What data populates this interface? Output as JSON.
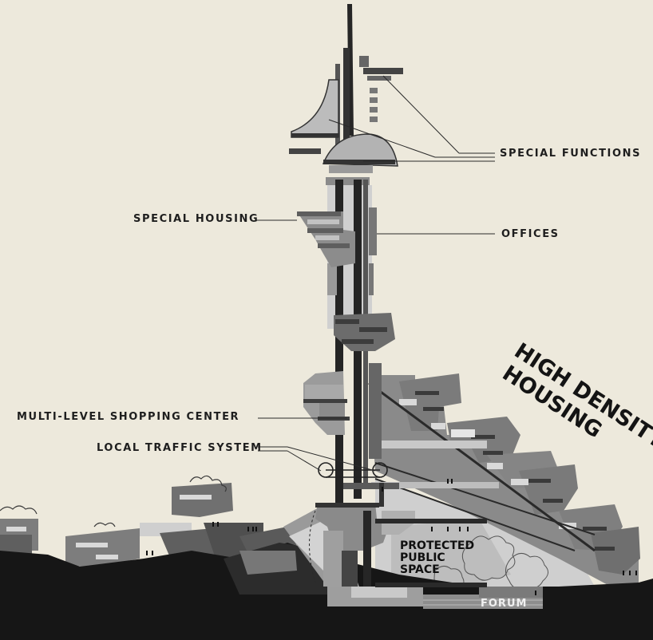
{
  "labels": {
    "special_functions": "SPECIAL FUNCTIONS",
    "special_housing": "SPECIAL HOUSING",
    "offices": "OFFICES",
    "multi_level_shopping": "MULTI-LEVEL SHOPPING CENTER",
    "local_traffic": "LOCAL TRAFFIC SYSTEM",
    "high_density_line1": "HIGH DENSITY",
    "high_density_line2": "HOUSING",
    "protected_line1": "PROTECTED",
    "protected_line2": "PUBLIC",
    "protected_line3": "SPACE",
    "forum": "FORUM"
  },
  "colors": {
    "paper": "#ede9dc",
    "ground": "#161616",
    "structure_dark": "#2b2b2b",
    "block_mid": "#7a7a7a",
    "block_light": "#b9b9b9",
    "block_pale": "#d6d6d6",
    "plaza": "#c9c9c9",
    "line": "#2a2a2a"
  }
}
